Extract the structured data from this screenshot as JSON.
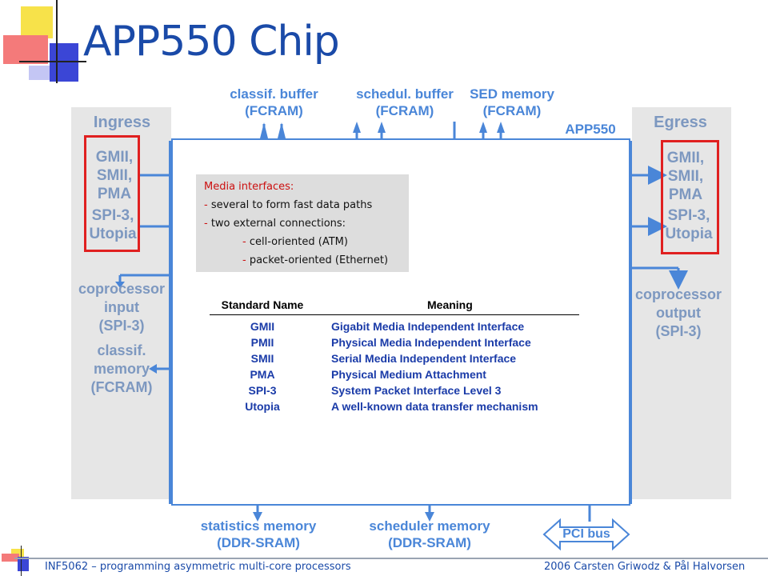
{
  "title": "APP550 Chip",
  "top_labels": {
    "classif_buffer": "classif. buffer\n(FCRAM)",
    "schedul_buffer": "schedul. buffer\n(FCRAM)",
    "sed_memory": "SED memory\n(FCRAM)",
    "app550": "APP550"
  },
  "ingress": {
    "heading": "Ingress",
    "gmii": "GMII,\nSMII,\nPMA",
    "spi": "SPI-3,\nUtopia",
    "coprocessor_input": "coprocessor\ninput\n(SPI-3)",
    "classif_memory": "classif.\nmemory\n(FCRAM)"
  },
  "egress": {
    "heading": "Egress",
    "gmii": "GMII,\nSMII,\nPMA",
    "spi": "SPI-3,\nUtopia",
    "coprocessor_output": "coprocessor\noutput\n(SPI-3)"
  },
  "bottom_labels": {
    "statistics_memory": "statistics memory\n(DDR-SRAM)",
    "scheduler_memory": "scheduler memory\n(DDR-SRAM)",
    "pci_bus": "PCI bus"
  },
  "infobox": {
    "heading": "Media interfaces:",
    "lines": [
      {
        "dash": "- ",
        "text": "several to form fast data paths"
      },
      {
        "dash": "- ",
        "text": "two external connections:"
      },
      {
        "dash": "- ",
        "text": "cell-oriented (ATM)"
      },
      {
        "dash": "- ",
        "text": "packet-oriented (Ethernet)"
      }
    ]
  },
  "table": {
    "headers": [
      "Standard Name",
      "Meaning"
    ],
    "rows": [
      [
        "GMII",
        "Gigabit Media Independent Interface"
      ],
      [
        "PMII",
        "Physical Media Independent Interface"
      ],
      [
        "SMII",
        "Serial Media Independent Interface"
      ],
      [
        "PMA",
        "Physical Medium Attachment"
      ],
      [
        "SPI-3",
        "System Packet Interface Level 3"
      ],
      [
        "Utopia",
        "A well-known data transfer mechanism"
      ]
    ]
  },
  "footer": {
    "left": "INF5062 – programming asymmetric multi-core processors",
    "right": "2006  Carsten Griwodz & Pål Halvorsen"
  },
  "colors": {
    "title": "#1a4aa8",
    "diagram_blue": "#4a86d8",
    "muted_blue": "#7d98c0",
    "red_box": "#e02020",
    "panel_grey": "#e6e6e6"
  }
}
